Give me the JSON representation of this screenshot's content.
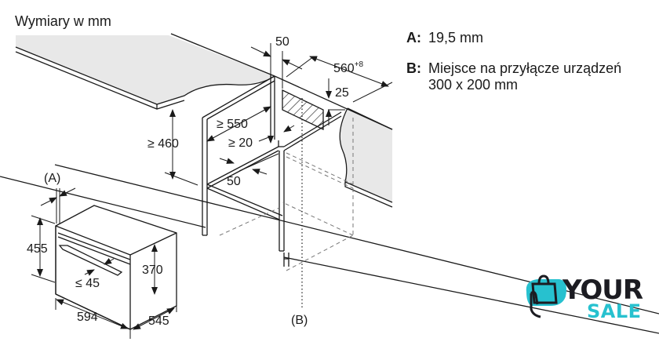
{
  "title": "Wymiary w mm",
  "legend": [
    {
      "key": "A:",
      "text": "19,5 mm"
    },
    {
      "key": "B:",
      "text": "Miejsce na przyłącze urządzeń",
      "text2": "300 x 200 mm"
    }
  ],
  "dimensions": {
    "top_gap": "50",
    "depth": "560",
    "depth_tolerance": "+8",
    "vent_height": "25",
    "min_height": "≥ 460",
    "min_width": "≥ 550",
    "min_gap": "≥ 20",
    "shelf_depth": "50",
    "oven_height": "455",
    "oven_inner_height": "370",
    "handle_depth": "≤ 45",
    "oven_width": "594",
    "oven_depth": "545",
    "label_a": "(A)",
    "label_b": "(B)"
  },
  "logo": {
    "line1": "YOUR",
    "line2": "SALE",
    "accent": "#27c1cf",
    "dark": "#1c1c22"
  },
  "colors": {
    "line": "#1a1a1a",
    "surface": "#e8e8e8",
    "dashed": "#777777"
  }
}
